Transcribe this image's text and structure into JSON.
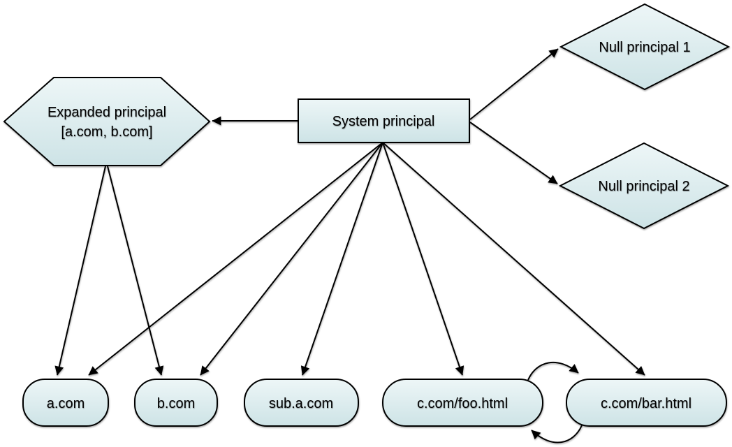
{
  "diagram": {
    "kind": "principal-hierarchy-diagram",
    "style": {
      "background": "#ffffff",
      "shape_fill_top": "#edf6f7",
      "shape_fill_bottom": "#cde3e6",
      "shape_stroke": "#000000",
      "line_color": "#000000",
      "text_color": "#000000"
    },
    "nodes": {
      "system_principal": {
        "label": "System principal",
        "shape": "rectangle"
      },
      "expanded_principal": {
        "label_line1": "Expanded principal",
        "label_line2": "[a.com, b.com]",
        "shape": "hexagon"
      },
      "null_principal_1": {
        "label": "Null principal 1",
        "shape": "diamond"
      },
      "null_principal_2": {
        "label": "Null principal 2",
        "shape": "diamond"
      },
      "a_com": {
        "label": "a.com",
        "shape": "rounded"
      },
      "b_com": {
        "label": "b.com",
        "shape": "rounded"
      },
      "sub_a_com": {
        "label": "sub.a.com",
        "shape": "rounded"
      },
      "c_com_foo": {
        "label": "c.com/foo.html",
        "shape": "rounded"
      },
      "c_com_bar": {
        "label": "c.com/bar.html",
        "shape": "rounded"
      }
    },
    "edges": [
      {
        "from": "system_principal",
        "to": "expanded_principal"
      },
      {
        "from": "system_principal",
        "to": "null_principal_1"
      },
      {
        "from": "system_principal",
        "to": "null_principal_2"
      },
      {
        "from": "system_principal",
        "to": "a_com"
      },
      {
        "from": "system_principal",
        "to": "b_com"
      },
      {
        "from": "system_principal",
        "to": "sub_a_com"
      },
      {
        "from": "system_principal",
        "to": "c_com_foo"
      },
      {
        "from": "system_principal",
        "to": "c_com_bar"
      },
      {
        "from": "expanded_principal",
        "to": "a_com"
      },
      {
        "from": "expanded_principal",
        "to": "b_com"
      },
      {
        "from": "c_com_foo",
        "to": "c_com_bar"
      },
      {
        "from": "c_com_bar",
        "to": "c_com_foo"
      }
    ]
  }
}
